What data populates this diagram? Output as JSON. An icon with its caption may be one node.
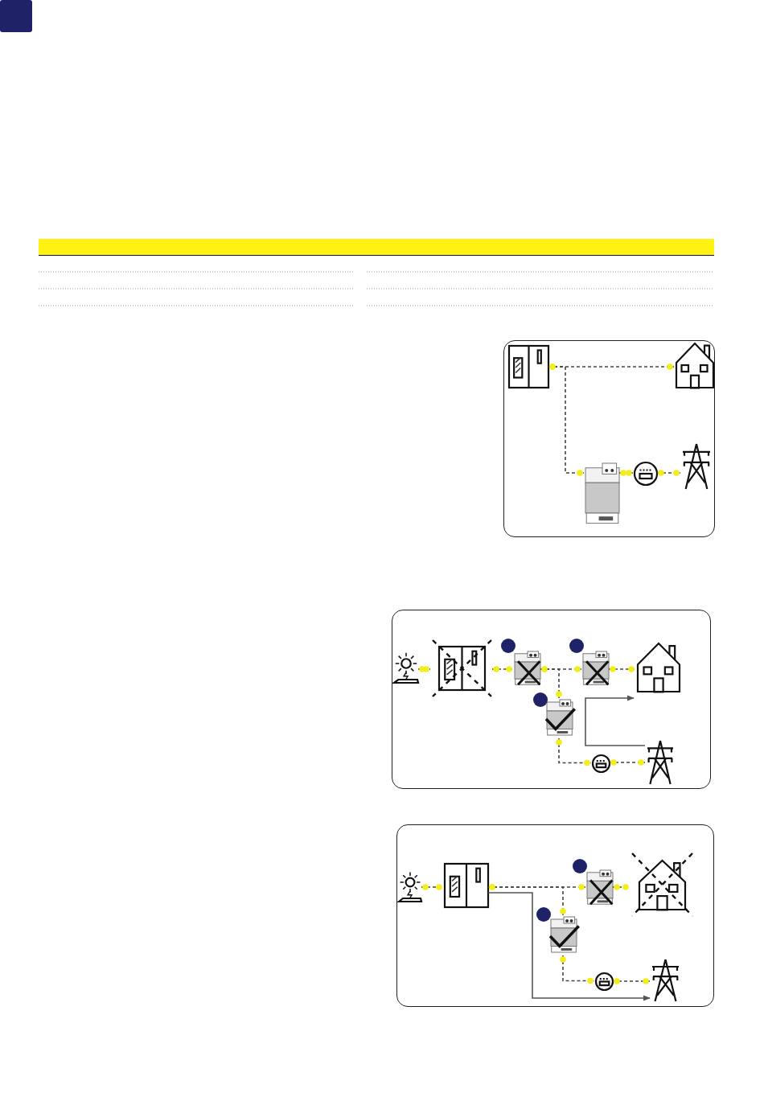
{
  "diagram": {
    "nodes": [
      {
        "text": [],
        "shape": "box"
      },
      {
        "text": [],
        "shape": "cabinet",
        "in": 0
      },
      {
        "text": [],
        "shape": "house",
        "in": 0
      },
      {
        "text": [],
        "shape": "module",
        "in": 0
      },
      {
        "text": [],
        "shape": "meter",
        "in": 0
      },
      {
        "text": [],
        "shape": "pylon",
        "in": 0
      },
      {
        "text": [],
        "shape": "box"
      },
      {
        "text": [],
        "shape": "sun",
        "in": 6
      },
      {
        "text": [],
        "shape": "cabinet",
        "in": 6
      },
      {
        "text": [],
        "shape": "module",
        "in": 6
      },
      {
        "text": [],
        "shape": "module",
        "in": 6
      },
      {
        "text": [],
        "shape": "house",
        "in": 6
      },
      {
        "text": [],
        "shape": "module",
        "in": 6
      },
      {
        "text": [],
        "shape": "meter",
        "in": 6
      },
      {
        "text": [],
        "shape": "pylon",
        "in": 6
      },
      {
        "text": [],
        "shape": "box"
      },
      {
        "text": [],
        "shape": "sun",
        "in": 15
      },
      {
        "text": [],
        "shape": "cabinet",
        "in": 15
      },
      {
        "text": [],
        "shape": "module",
        "in": 15
      },
      {
        "text": [],
        "shape": "house",
        "in": 15
      },
      {
        "text": [],
        "shape": "module",
        "in": 15
      },
      {
        "text": [],
        "shape": "meter",
        "in": 15
      },
      {
        "text": [],
        "shape": "pylon",
        "in": 15
      }
    ],
    "edges": [
      {
        "from": 1,
        "to": 2,
        "arrow": "other",
        "style": "dashed"
      },
      {
        "from": 1,
        "to": 3,
        "arrow": "other",
        "style": "dashed"
      },
      {
        "from": 3,
        "to": 4,
        "arrow": "other",
        "style": "dashed"
      },
      {
        "from": 4,
        "to": 5,
        "arrow": "other",
        "style": "dashed"
      },
      {
        "from": 7,
        "to": 8,
        "arrow": "other",
        "style": "dashed"
      },
      {
        "from": 8,
        "to": 9,
        "arrow": "other",
        "style": "dashed"
      },
      {
        "from": 9,
        "to": 10,
        "arrow": "other",
        "style": "dashed"
      },
      {
        "from": 10,
        "to": 11,
        "arrow": "other",
        "style": "dashed"
      },
      {
        "from": 9,
        "to": 12,
        "arrow": "other",
        "style": "dashed"
      },
      {
        "from": 12,
        "to": 13,
        "arrow": "other",
        "style": "dashed"
      },
      {
        "from": 13,
        "to": 14,
        "arrow": "other",
        "style": "dashed"
      },
      {
        "from": 14,
        "to": 11,
        "arrow": "to",
        "color": "#555555"
      },
      {
        "from": 16,
        "to": 17,
        "arrow": "other",
        "style": "dashed"
      },
      {
        "from": 17,
        "to": 18,
        "arrow": "other",
        "style": "dashed"
      },
      {
        "from": 18,
        "to": 19,
        "arrow": "other",
        "style": "dashed"
      },
      {
        "from": 17,
        "to": 20,
        "arrow": "other",
        "style": "dashed"
      },
      {
        "from": 20,
        "to": 21,
        "arrow": "other",
        "style": "dashed"
      },
      {
        "from": 21,
        "to": 22,
        "arrow": "other",
        "style": "dashed"
      },
      {
        "from": 17,
        "to": 22,
        "arrow": "to",
        "color": "#555555"
      }
    ]
  }
}
